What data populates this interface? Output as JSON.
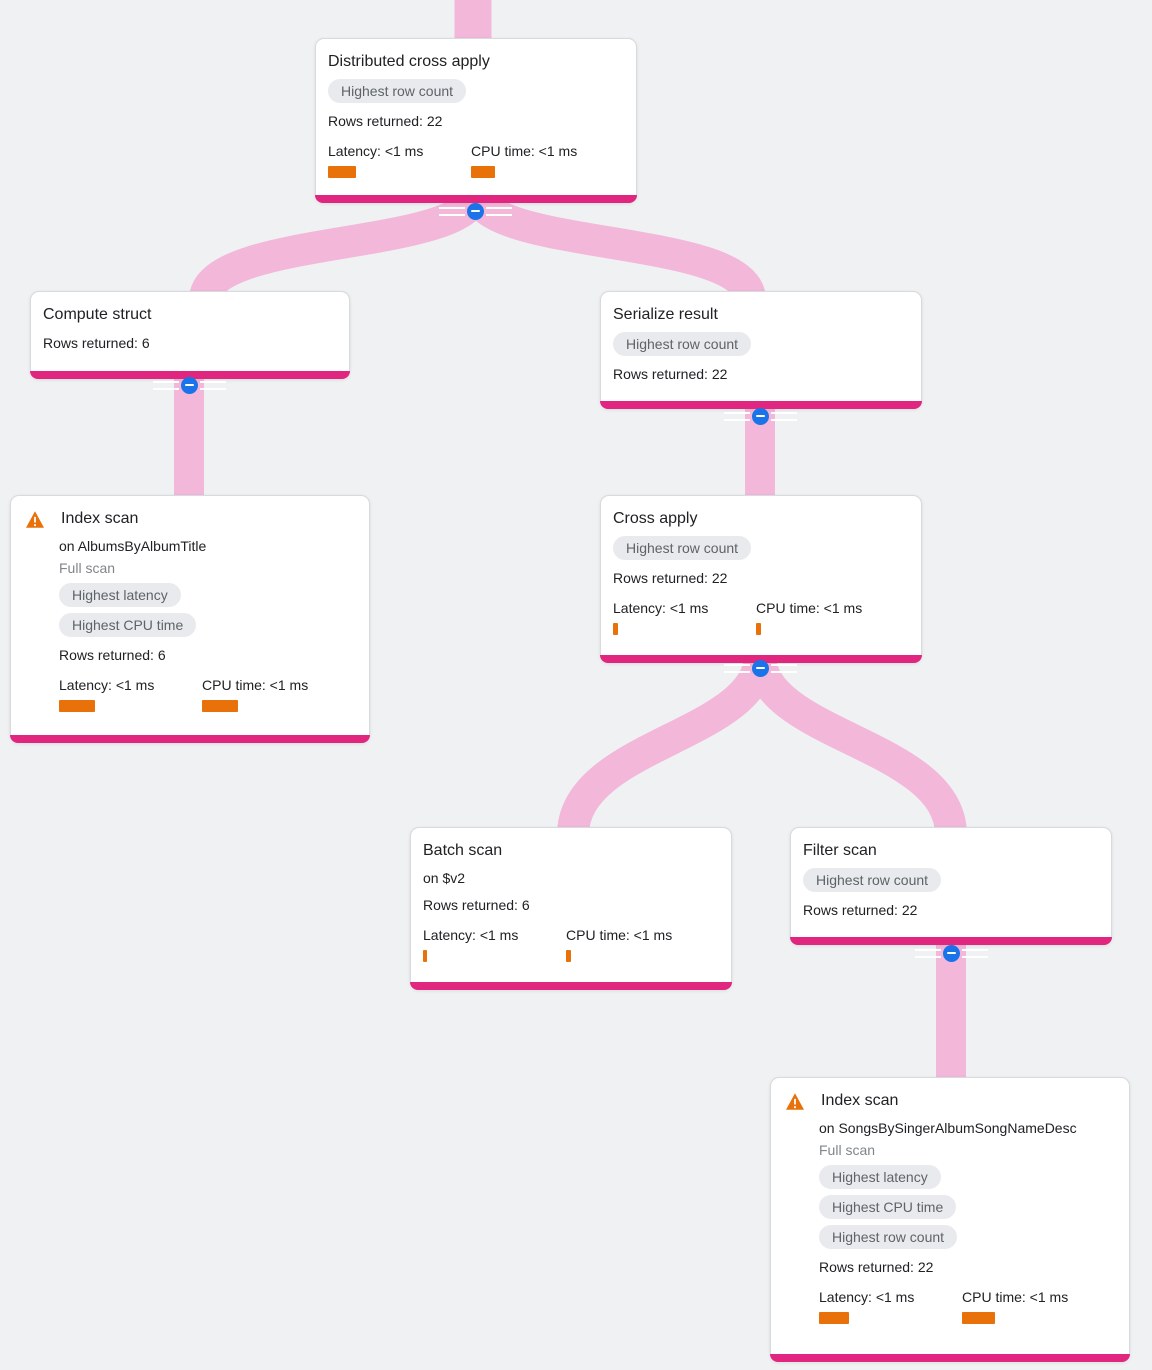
{
  "diagram": {
    "colors": {
      "canvas_bg": "#f0f1f3",
      "edge": "#f2b7d9",
      "accent": "#e0267e",
      "orange": "#e8710a",
      "collapse": "#1a73e8",
      "badge_bg": "#e8eaed",
      "badge_text": "#5f6368"
    },
    "nodes": {
      "distributed_cross_apply": {
        "title": "Distributed cross apply",
        "badge_row_count": "Highest row count",
        "rows": "Rows returned: 22",
        "latency": "Latency: <1 ms",
        "cpu": "CPU time: <1 ms"
      },
      "compute_struct": {
        "title": "Compute struct",
        "rows": "Rows returned: 6"
      },
      "serialize_result": {
        "title": "Serialize result",
        "badge_row_count": "Highest row count",
        "rows": "Rows returned: 22"
      },
      "index_scan_albums": {
        "title": "Index scan",
        "subtitle": "on AlbumsByAlbumTitle",
        "scan_type": "Full scan",
        "badge_latency": "Highest latency",
        "badge_cpu": "Highest CPU time",
        "rows": "Rows returned: 6",
        "latency": "Latency: <1 ms",
        "cpu": "CPU time: <1 ms"
      },
      "cross_apply": {
        "title": "Cross apply",
        "badge_row_count": "Highest row count",
        "rows": "Rows returned: 22",
        "latency": "Latency: <1 ms",
        "cpu": "CPU time: <1 ms"
      },
      "batch_scan": {
        "title": "Batch scan",
        "subtitle": "on $v2",
        "rows": "Rows returned: 6",
        "latency": "Latency: <1 ms",
        "cpu": "CPU time: <1 ms"
      },
      "filter_scan": {
        "title": "Filter scan",
        "badge_row_count": "Highest row count",
        "rows": "Rows returned: 22"
      },
      "index_scan_songs": {
        "title": "Index scan",
        "subtitle": "on SongsBySingerAlbumSongNameDesc",
        "scan_type": "Full scan",
        "badge_latency": "Highest latency",
        "badge_cpu": "Highest CPU time",
        "badge_row_count": "Highest row count",
        "rows": "Rows returned: 22",
        "latency": "Latency: <1 ms",
        "cpu": "CPU time: <1 ms"
      }
    }
  }
}
